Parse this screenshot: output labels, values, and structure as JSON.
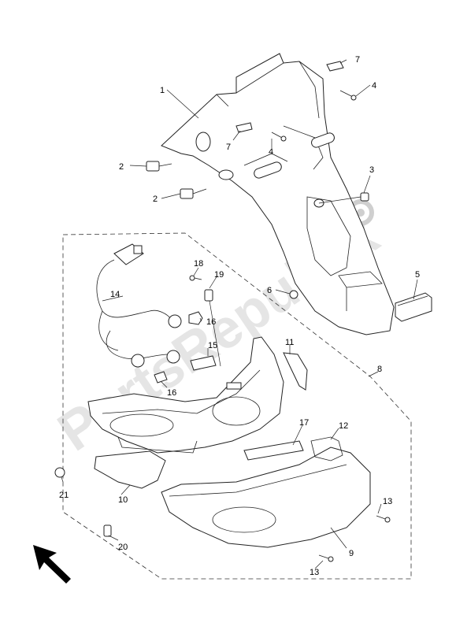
{
  "diagram": {
    "watermark_text": "PartsRepublik",
    "callouts": [
      {
        "id": "c1",
        "text": "1"
      },
      {
        "id": "c2a",
        "text": "2"
      },
      {
        "id": "c2b",
        "text": "2"
      },
      {
        "id": "c3",
        "text": "3"
      },
      {
        "id": "c4a",
        "text": "4"
      },
      {
        "id": "c4b",
        "text": "4"
      },
      {
        "id": "c5",
        "text": "5"
      },
      {
        "id": "c6",
        "text": "6"
      },
      {
        "id": "c7a",
        "text": "7"
      },
      {
        "id": "c7b",
        "text": "7"
      },
      {
        "id": "c8",
        "text": "8"
      },
      {
        "id": "c9",
        "text": "9"
      },
      {
        "id": "c10",
        "text": "10"
      },
      {
        "id": "c11",
        "text": "11"
      },
      {
        "id": "c12",
        "text": "12"
      },
      {
        "id": "c13a",
        "text": "13"
      },
      {
        "id": "c13b",
        "text": "13"
      },
      {
        "id": "c14",
        "text": "14"
      },
      {
        "id": "c15",
        "text": "15"
      },
      {
        "id": "c16a",
        "text": "16"
      },
      {
        "id": "c16b",
        "text": "16"
      },
      {
        "id": "c17",
        "text": "17"
      },
      {
        "id": "c18",
        "text": "18"
      },
      {
        "id": "c19",
        "text": "19"
      },
      {
        "id": "c20",
        "text": "20"
      },
      {
        "id": "c21",
        "text": "21"
      }
    ]
  }
}
